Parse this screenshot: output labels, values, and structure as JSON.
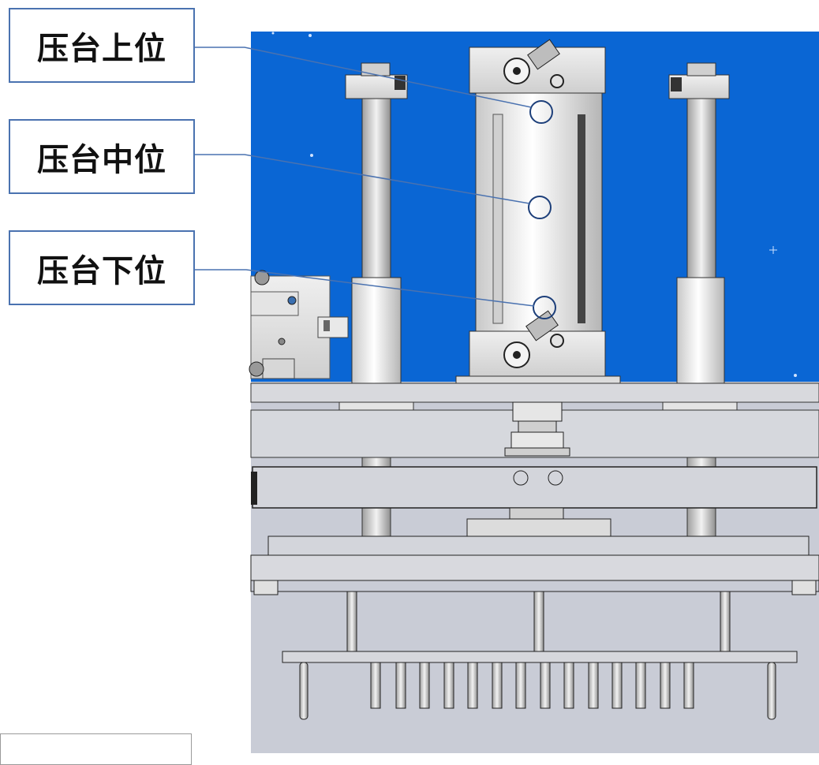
{
  "labels": {
    "upper": "压台上位",
    "middle": "压台中位",
    "lower": "压台下位"
  },
  "colors": {
    "background_blue": "#0a66d4",
    "machine_gray": "#d6d8dd",
    "lower_area_gray": "#c9ccd6",
    "callout_line": "#4a72b0"
  }
}
